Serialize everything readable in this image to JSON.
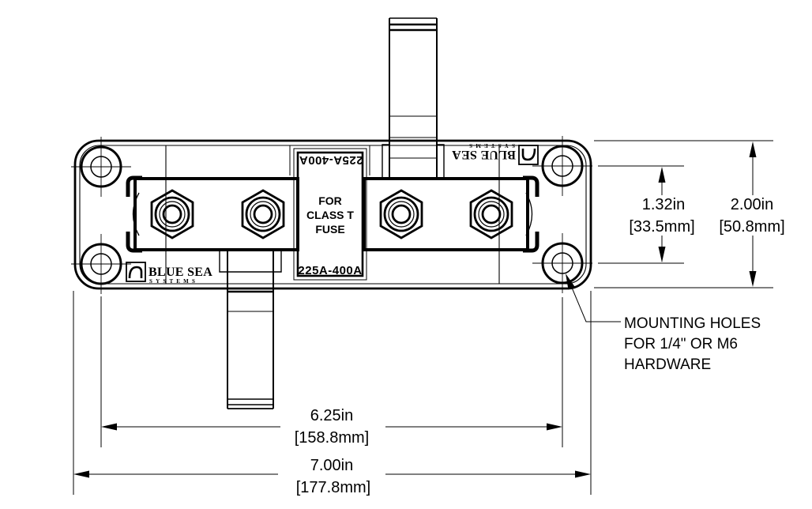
{
  "label": {
    "rating_top": "225A-400A",
    "line1": "FOR",
    "line2": "CLASS T",
    "line3": "FUSE",
    "rating_bottom": "225A-400A"
  },
  "brand": {
    "name": "BLUE SEA",
    "sub": "SYSTEMS"
  },
  "dims": {
    "hole_span_vertical_in": "1.32in",
    "hole_span_vertical_mm": "[33.5mm]",
    "body_height_in": "2.00in",
    "body_height_mm": "[50.8mm]",
    "hole_span_horizontal_in": "6.25in",
    "hole_span_horizontal_mm": "[158.8mm]",
    "body_width_in": "7.00in",
    "body_width_mm": "[177.8mm]"
  },
  "note": {
    "line1": "MOUNTING HOLES",
    "line2": "FOR 1/4\" OR M6",
    "line3": "HARDWARE"
  },
  "colors": {
    "line": "#000000",
    "background": "#ffffff"
  }
}
